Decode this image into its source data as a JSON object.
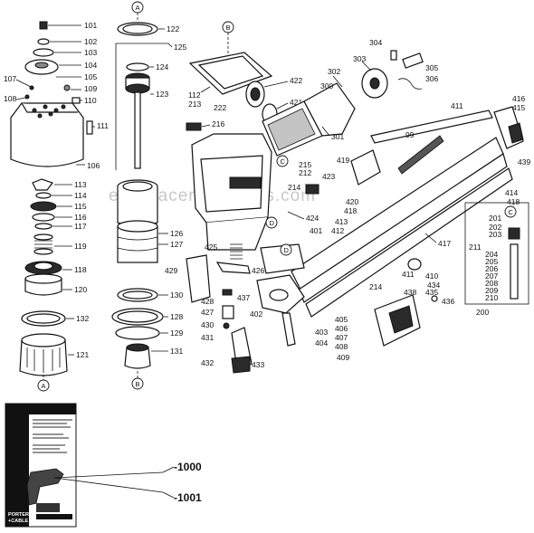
{
  "watermark": "eReplacementParts.com",
  "reference_marks": [
    "A",
    "B",
    "C",
    "D"
  ],
  "labels": {
    "l101": "101",
    "l102": "102",
    "l103": "103",
    "l104": "104",
    "l105": "105",
    "l106": "106",
    "l107": "107",
    "l108": "108",
    "l109": "109",
    "l110": "110",
    "l111": "111",
    "l112": "112",
    "l113": "113",
    "l114": "114",
    "l115": "115",
    "l116": "116",
    "l117": "117",
    "l118": "118",
    "l119": "119",
    "l120": "120",
    "l121": "121",
    "l122": "122",
    "l123": "123",
    "l124": "124",
    "l125": "125",
    "l126": "126",
    "l127": "127",
    "l128": "128",
    "l129": "129",
    "l130": "130",
    "l131": "131",
    "l132": "132",
    "l200": "200",
    "l201": "201",
    "l202": "202",
    "l203": "203",
    "l204": "204",
    "l205": "205",
    "l206": "206",
    "l207": "207",
    "l208": "208",
    "l209": "209",
    "l210": "210",
    "l211": "211",
    "l212": "212",
    "l213": "213",
    "l214": "214",
    "l215": "215",
    "l216": "216",
    "l222": "222",
    "l99": "99",
    "l300": "300",
    "l301": "301",
    "l302": "302",
    "l303": "303",
    "l304": "304",
    "l305": "305",
    "l306": "306",
    "l401": "401",
    "l402": "402",
    "l403": "403",
    "l404": "404",
    "l405": "405",
    "l406": "406",
    "l407": "407",
    "l408": "408",
    "l409": "409",
    "l410": "410",
    "l411": "411",
    "l412": "412",
    "l413": "413",
    "l414": "414",
    "l415": "415",
    "l416": "416",
    "l417": "417",
    "l418": "418",
    "l419": "419",
    "l420": "420",
    "l421": "421",
    "l422": "422",
    "l423": "423",
    "l424": "424",
    "l425": "425",
    "l426": "426",
    "l427": "427",
    "l428": "428",
    "l429": "429",
    "l430": "430",
    "l431": "431",
    "l432": "432",
    "l433": "433",
    "l434": "434",
    "l435": "435",
    "l436": "436",
    "l437": "437",
    "l438": "438",
    "l439": "439",
    "l1000": "-1000",
    "l1001": "-1001"
  },
  "manual": {
    "brand_line1": "PORTER",
    "brand_line2": "+CABLE"
  }
}
